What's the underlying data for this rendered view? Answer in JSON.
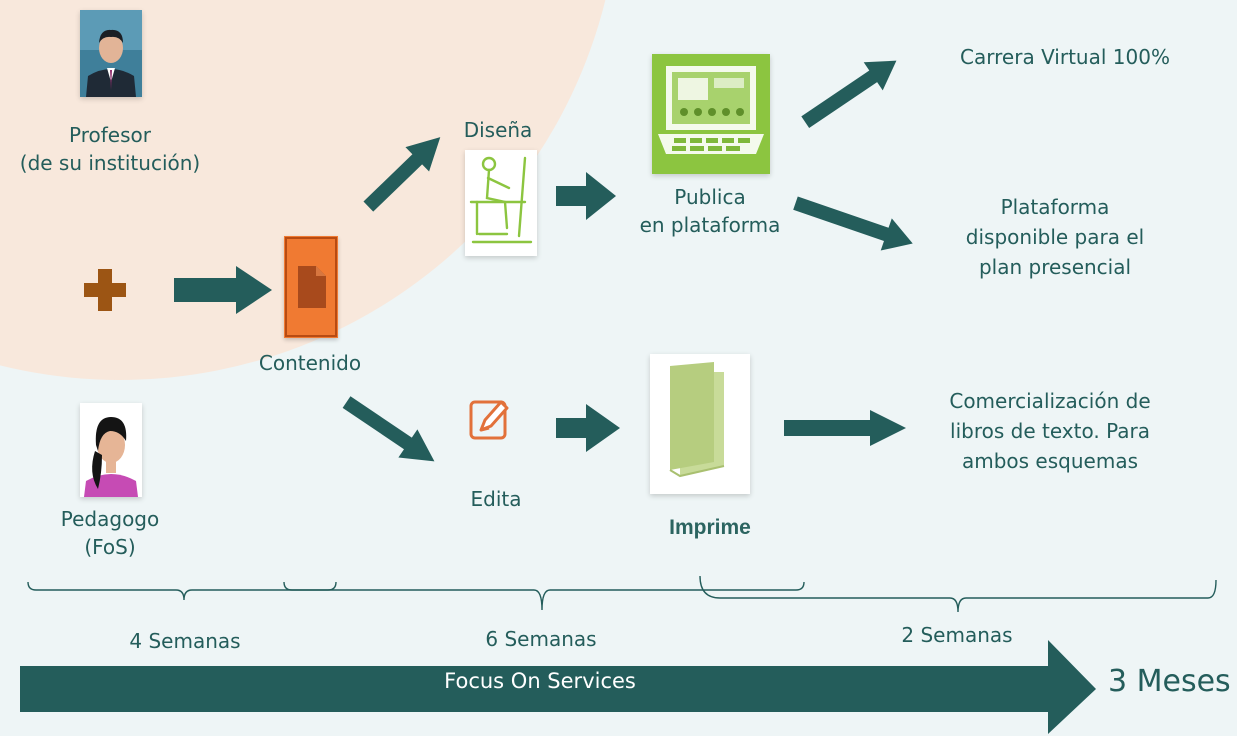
{
  "actors": {
    "profesor": {
      "name": "Profesor",
      "detail": "(de su institución)"
    },
    "pedagogo": {
      "name": "Pedagogo",
      "detail": "(FoS)"
    }
  },
  "steps": {
    "contenido": "Contenido",
    "disena": "Diseña",
    "edita": "Edita",
    "publica_line1": "Publica",
    "publica_line2": "en plataforma",
    "imprime": "Imprime"
  },
  "outcomes": {
    "virtual": "Carrera Virtual 100%",
    "plataforma": "Plataforma disponible para el plan presencial",
    "libros": "Comercialización de libros de texto. Para ambos esquemas"
  },
  "timeline": {
    "phase1": "4 Semanas",
    "phase2": "6 Semanas",
    "phase3": "2 Semanas",
    "total": "3 Meses",
    "banner": "Focus On Services"
  },
  "colors": {
    "background": "#eef5f6",
    "peach_circle": "#f8e8dc",
    "arrow": "#245d5b",
    "plus": "#9c5514",
    "document": "#f07a32",
    "green_icon": "#8cc540",
    "book": "#c8db99"
  },
  "icons": {
    "profesor": "man-in-suit-avatar-icon",
    "pedagogo": "woman-avatar-icon",
    "plus": "plus-icon",
    "contenido": "document-icon",
    "disena": "person-drawing-at-desk-icon",
    "edita": "edit-pencil-icon",
    "publica": "laptop-classroom-icon",
    "imprime": "book-icon"
  }
}
